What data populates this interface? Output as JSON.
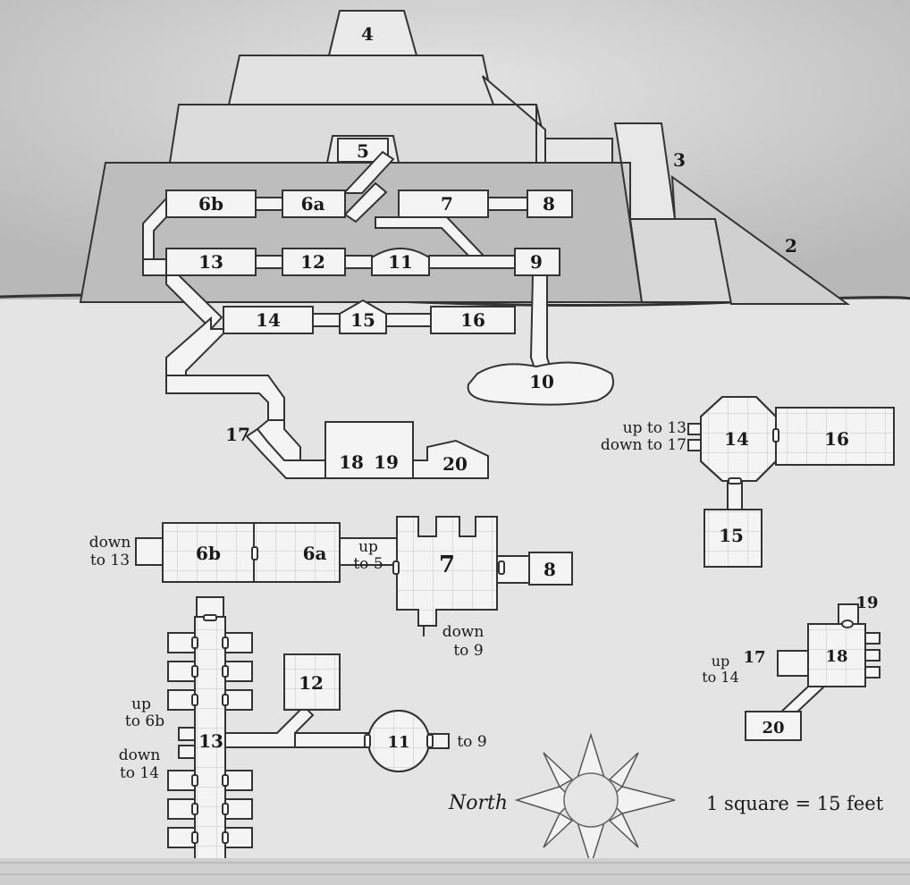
{
  "colors": {
    "background": "#d9d9d9",
    "sky": "#c8c8c8",
    "ground": "#e6e6e6",
    "ziggurat_light": "#e8e8e8",
    "ziggurat_mid": "#c9c9c9",
    "ziggurat_dark": "#b3b3b3",
    "room_fill": "#f4f4f4",
    "outline": "#2a2a2a",
    "grid": "#bdbdbd"
  },
  "elevation_labels": {
    "r4": "4",
    "r5": "5",
    "r3": "3",
    "r2": "2",
    "r6b": "6b",
    "r6a": "6a",
    "r7": "7",
    "r8": "8",
    "r13": "13",
    "r12": "12",
    "r11": "11",
    "r9": "9",
    "r14": "14",
    "r15": "15",
    "r16": "16",
    "r10": "10",
    "r17": "17",
    "r18": "18",
    "r19": "19",
    "r20": "20"
  },
  "plan_top": {
    "r6b": "6b",
    "r6a": "6a",
    "r7": "7",
    "r8": "8",
    "down_13": "down",
    "down_13b": "to 13",
    "up_5": "up",
    "up_5b": "to 5",
    "down_9": "down",
    "down_9b": "to 9"
  },
  "plan_right": {
    "r14": "14",
    "r16": "16",
    "r15": "15",
    "up_13": "up to 13",
    "down_17": "down to 17"
  },
  "plan_left": {
    "r13": "13",
    "r12": "12",
    "r11": "11",
    "up_6b": "up",
    "up_6b_b": "to 6b",
    "down_14": "down",
    "down_14b": "to 14",
    "to_9": "to 9"
  },
  "plan_small": {
    "r19": "19",
    "r17": "17",
    "r18": "18",
    "r20": "20",
    "up_14": "up",
    "up_14b": "to 14"
  },
  "compass": {
    "label": "North"
  },
  "scale": {
    "text": "1 square = 15 feet"
  }
}
